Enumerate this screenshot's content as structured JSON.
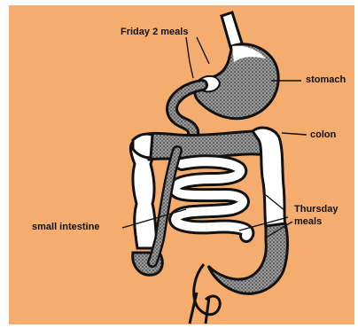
{
  "labels": {
    "friday": "Friday 2 meals",
    "stomach": "stomach",
    "colon": "colon",
    "thursday_line1": "Thursday",
    "thursday_line2": "meals",
    "small_intestine": "small intestine"
  },
  "colors": {
    "background": "#f4ad6e",
    "outline": "#111111",
    "stippled_fill": "#8a8a8a",
    "empty_fill": "#ffffff"
  }
}
